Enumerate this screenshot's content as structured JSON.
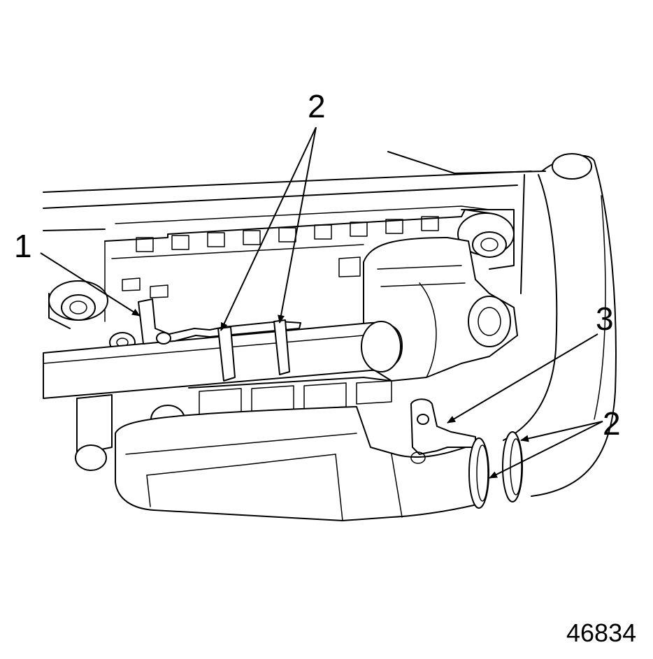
{
  "callouts": {
    "c1": "1",
    "c2_top": "2",
    "c3": "3",
    "c2_right": "2"
  },
  "figure_number": "46834"
}
